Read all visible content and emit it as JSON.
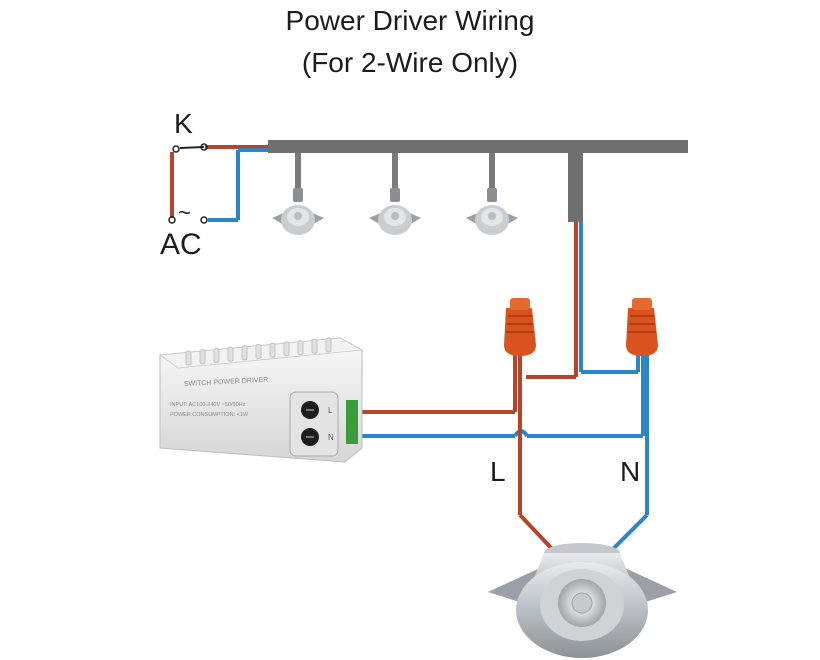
{
  "title": {
    "line1": "Power Driver Wiring",
    "line2": "(For 2-Wire Only)"
  },
  "labels": {
    "switch": "K",
    "ac_tilde": "~",
    "ac": "AC",
    "live": "L",
    "neutral": "N"
  },
  "driver": {
    "brand_text": "SWITCH POWER DRIVER",
    "input_text": "INPUT: AC100-240V ~50/60Hz",
    "consumption_text": "POWER CONSUMPTION: <1W",
    "terminal_l": "L",
    "terminal_n": "N"
  },
  "colors": {
    "live_wire": "#b5442a",
    "neutral_wire": "#2a86c8",
    "bus_bar": "#6f6f6f",
    "connector": "#d9531e"
  },
  "downlights_on_bus": 3
}
